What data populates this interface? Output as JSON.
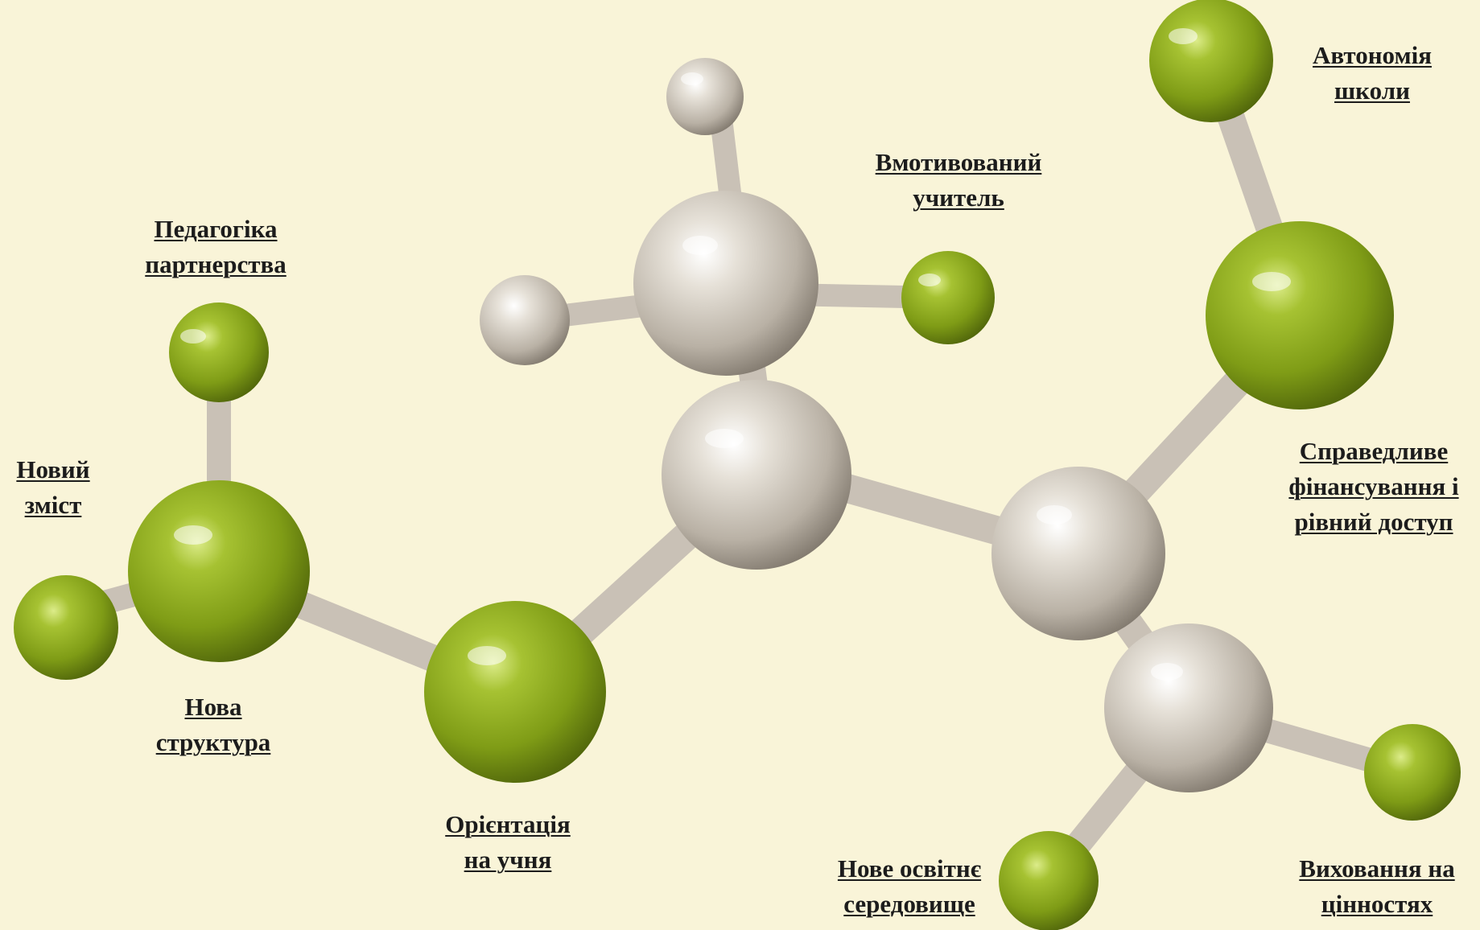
{
  "colors": {
    "background": "#f9f4d8",
    "green_atom": "#8aa81c",
    "silver_atom": "#cfc8bc",
    "bond": "#c9c1b6",
    "text": "#1c1c1c"
  },
  "labels": {
    "pedagogy": [
      "Педагогіка",
      "партнерства"
    ],
    "new_content": [
      "Новий",
      "зміст"
    ],
    "new_structure": [
      "Нова",
      "структура"
    ],
    "student_orientation": [
      "Орієнтація",
      "на учня"
    ],
    "motivated_teacher": [
      "Вмотивований",
      "учитель"
    ],
    "school_autonomy": [
      "Автономія",
      "школи"
    ],
    "fair_funding": [
      "Справедливе",
      "фінансування і",
      "рівний доступ"
    ],
    "new_environment": [
      "Нове освітнє",
      "середовище"
    ],
    "values_education": [
      "Виховання на",
      "цінностях"
    ]
  }
}
